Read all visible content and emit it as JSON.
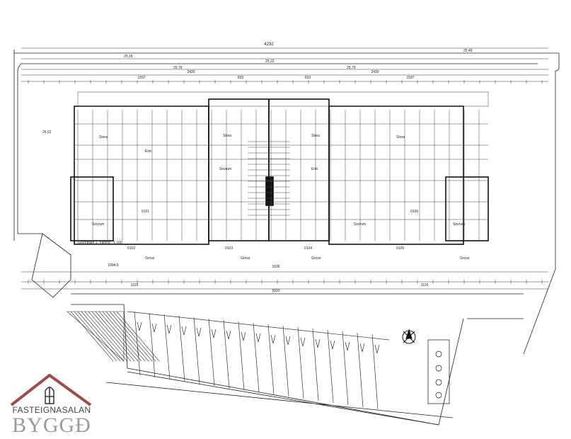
{
  "plan": {
    "title": "Grundplan 1. Våning - 1:100",
    "overall_width": "4232",
    "dims_top": [
      "2430",
      "833",
      "833",
      "2430",
      "1597",
      "1597"
    ],
    "dims_bottom": [
      "1094,5",
      "1636",
      "5020",
      "1126",
      "1126"
    ],
    "levels": [
      "25,18",
      "25,79",
      "25,22",
      "25,79",
      "25,49",
      "26,52"
    ],
    "rooms": [
      "Stora",
      "Sovrum",
      "Entr.",
      "Stora",
      "Sovrum",
      "Entr.",
      "Stora",
      "Sovrum",
      "Stora",
      "Sovrum"
    ],
    "gross_labels": [
      "Gross",
      "Gross",
      "Gross",
      "Gross"
    ],
    "apartments": [
      "0101",
      "0102",
      "0103",
      "0104",
      "0105",
      "0106"
    ],
    "colors": {
      "line": "#222222",
      "logo_roof": "#a04a4a",
      "logo_text": "#9a9a9a"
    }
  },
  "logo": {
    "line1": "FASTEIGNASALAN",
    "line2": "BYGGÐ"
  }
}
